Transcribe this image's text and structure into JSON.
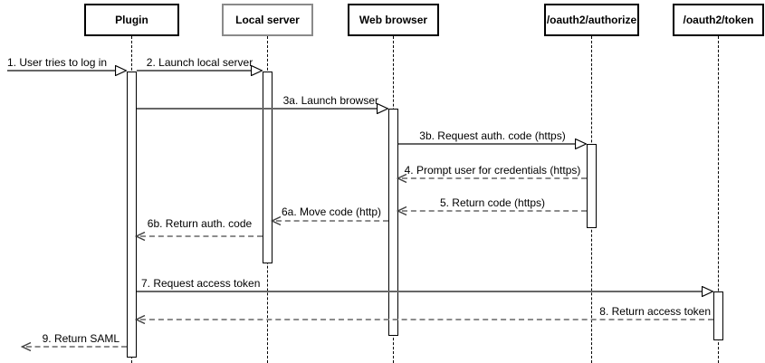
{
  "participants": [
    {
      "label": "Plugin"
    },
    {
      "label": "Local server"
    },
    {
      "label": "Web browser"
    },
    {
      "label": "/oauth2/authorize"
    },
    {
      "label": "/oauth2/token"
    }
  ],
  "messages": [
    {
      "label": "1. User tries to log in",
      "style": "solid",
      "from": "User",
      "to": "Plugin"
    },
    {
      "label": "2. Launch local server",
      "style": "solid",
      "from": "Plugin",
      "to": "Local server"
    },
    {
      "label": "3a. Launch browser",
      "style": "solid",
      "from": "Plugin",
      "to": "Web browser"
    },
    {
      "label": "3b. Request auth. code (https)",
      "style": "solid",
      "from": "Web browser",
      "to": "/oauth2/authorize"
    },
    {
      "label": "4. Prompt user for credentials (https)",
      "style": "dashed",
      "from": "/oauth2/authorize",
      "to": "Web browser"
    },
    {
      "label": "5. Return code (https)",
      "style": "dashed",
      "from": "/oauth2/authorize",
      "to": "Web browser"
    },
    {
      "label": "6a. Move code (http)",
      "style": "dashed",
      "from": "Web browser",
      "to": "Local server"
    },
    {
      "label": "6b. Return auth. code",
      "style": "dashed",
      "from": "Local server",
      "to": "Plugin"
    },
    {
      "label": "7. Request access token",
      "style": "solid",
      "from": "Plugin",
      "to": "/oauth2/token"
    },
    {
      "label": "8. Return access token",
      "style": "dashed",
      "from": "/oauth2/token",
      "to": "Plugin"
    },
    {
      "label": "9. Return SAML",
      "style": "dashed",
      "from": "Plugin",
      "to": "User"
    }
  ],
  "colors": {
    "solid_line": "#666666",
    "dashed_line": "#8c8c8c",
    "box_border": "#000000",
    "local_server_border": "#8a8a8a",
    "background": "#ffffff",
    "text": "#000000"
  }
}
